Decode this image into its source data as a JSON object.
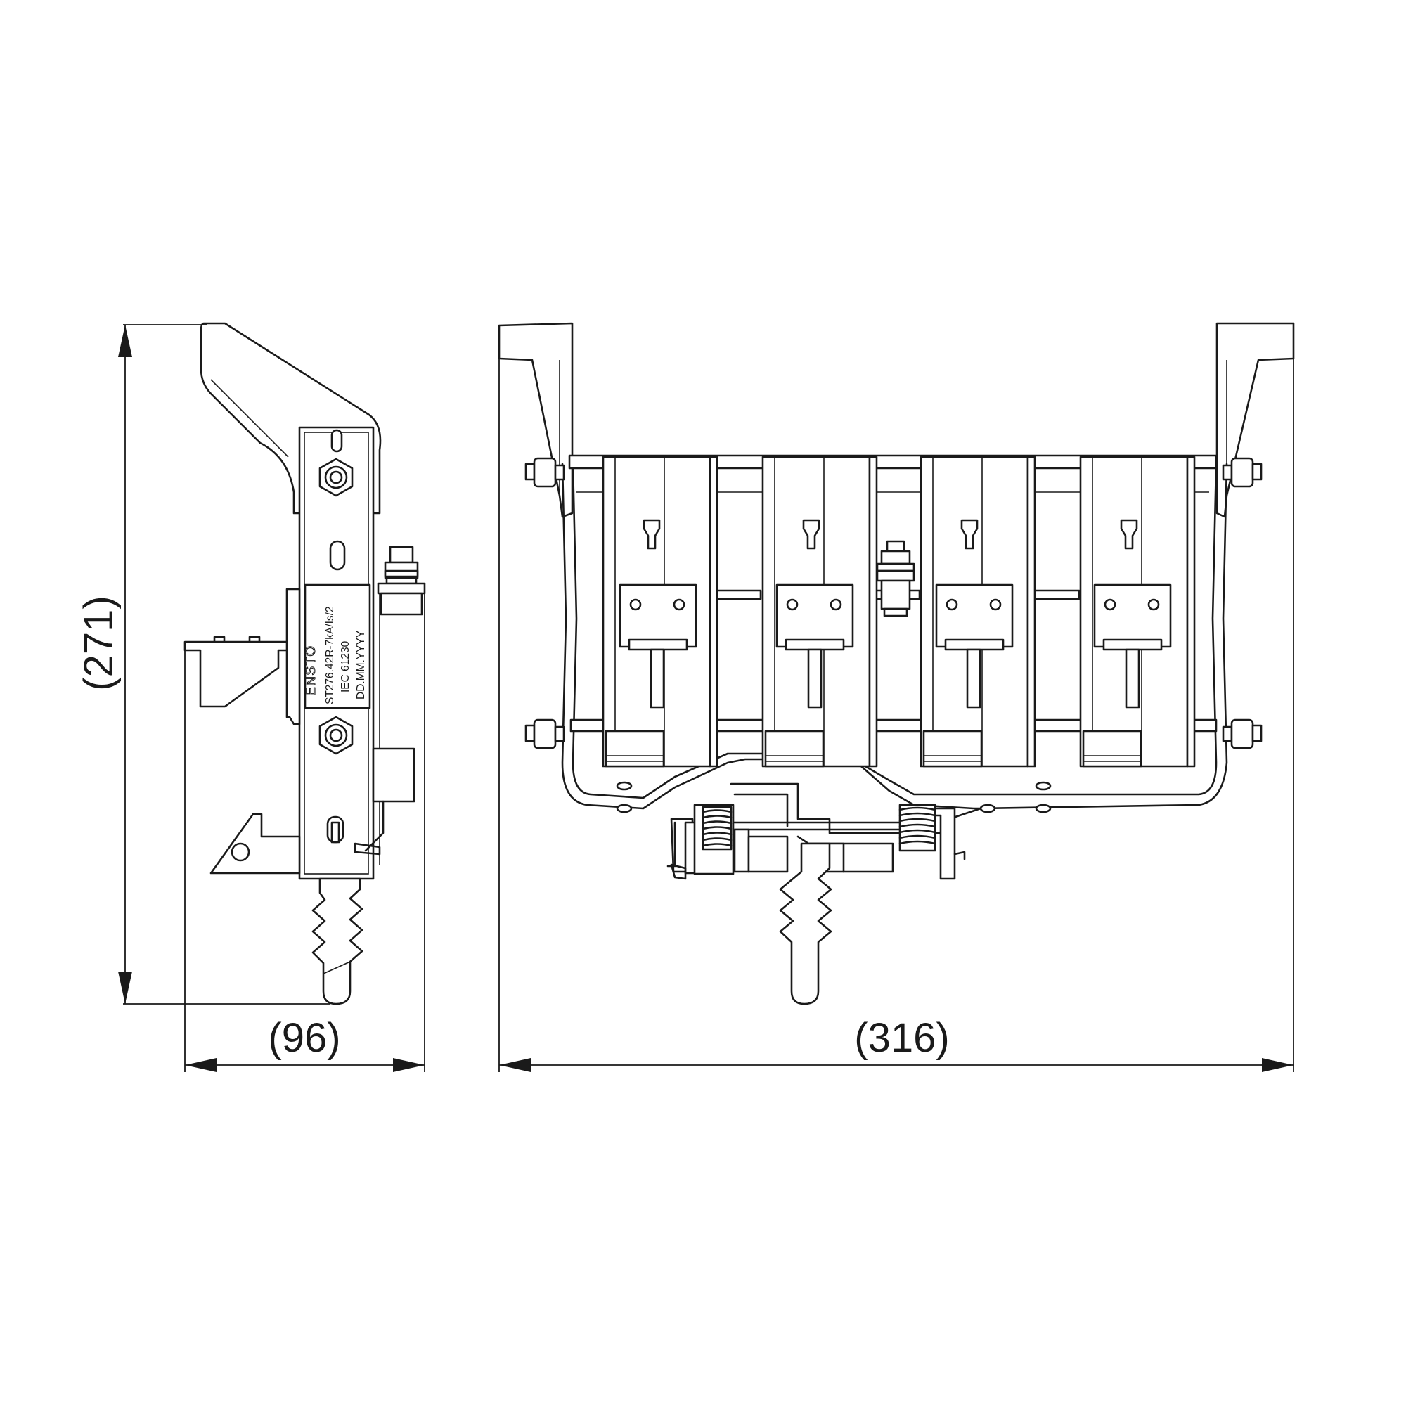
{
  "dimensions": {
    "height": "(271)",
    "side_width": "(96)",
    "front_width": "(316)"
  },
  "label_plate": {
    "brand": "ENSTO",
    "model": "ST276.42R-7kA/Is/2",
    "standard": "IEC 61230",
    "date_format": "DD.MM.YYYY"
  },
  "colors": {
    "line": "#1a1a1a",
    "background": "#ffffff"
  }
}
